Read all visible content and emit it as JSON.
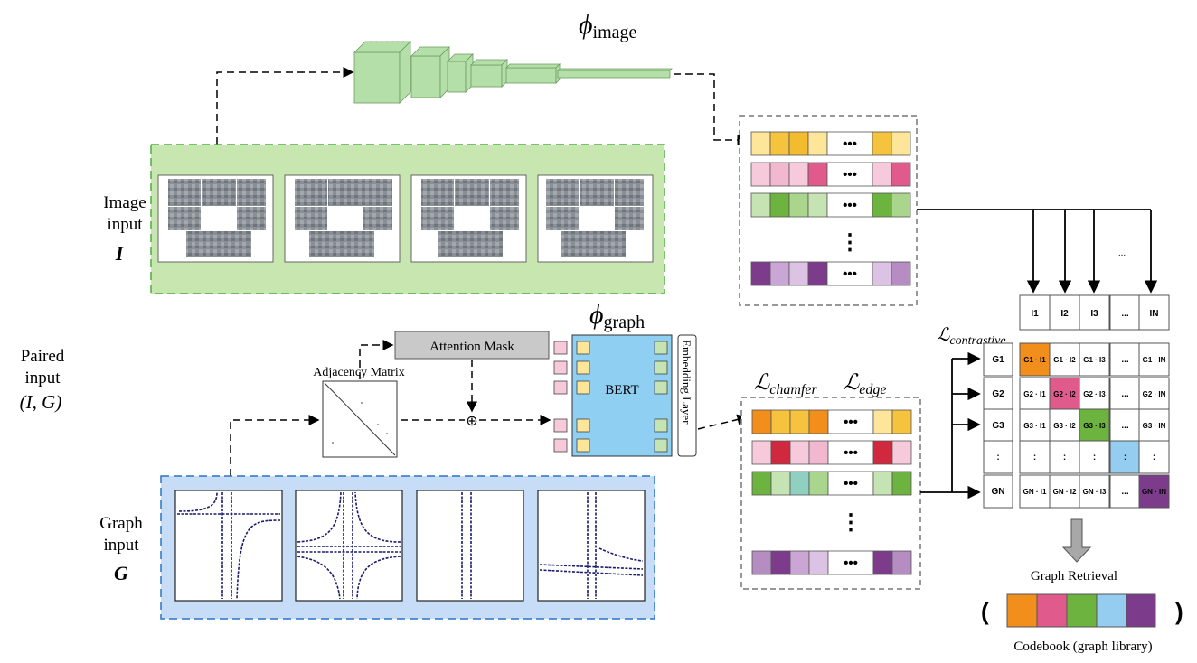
{
  "phi_image": {
    "symbol": "ϕ",
    "sub": "image"
  },
  "phi_graph": {
    "symbol": "ϕ",
    "sub": "graph"
  },
  "image_input": {
    "line1": "Image",
    "line2": "input",
    "var": "I"
  },
  "graph_input": {
    "line1": "Graph",
    "line2": "input",
    "var": "G"
  },
  "paired_input": {
    "line1": "Paired",
    "line2": "input",
    "var": "(I, G)"
  },
  "attention_mask": "Attention Mask",
  "adjacency_matrix": "Adjacency Matrix",
  "bert": "BERT",
  "embedding_layer": "Embedding Layer",
  "loss_chamfer": {
    "symbol": "ℒ",
    "sub": "chamfer"
  },
  "loss_edge": {
    "symbol": "ℒ",
    "sub": "edge"
  },
  "loss_contrastive": {
    "symbol": "ℒ",
    "sub": "contrastive"
  },
  "ellipsis_h": "•••",
  "ellipsis_v": "⋮",
  "small_dots": "...",
  "oplus": "⊕",
  "columns": [
    "I1",
    "I2",
    "I3",
    "...",
    "IN"
  ],
  "rows": [
    "G1",
    "G2",
    "G3",
    ":",
    "GN"
  ],
  "matrix": [
    [
      "G1 · I1",
      "G1 · I2",
      "G1 · I3",
      "...",
      "G1 · IN"
    ],
    [
      "G2 · I1",
      "G2 · I2",
      "G2 · I3",
      "...",
      "G2 · IN"
    ],
    [
      "G3 · I1",
      "G3 · I2",
      "G3 · I3",
      "...",
      "G3 · IN"
    ],
    [
      ":",
      ":",
      ":",
      ":",
      ":"
    ],
    [
      "GN · I1",
      "GN · I2",
      "GN · I3",
      "...",
      "GN · IN"
    ]
  ],
  "diagonal_colors": [
    "#f28e1c",
    "#e05a8c",
    "#6db33f",
    "#94cdf0",
    "#7d3b8c"
  ],
  "graph_retrieval": "Graph Retrieval",
  "codebook": "Codebook (graph library)",
  "paren_open": "(",
  "paren_close": ")",
  "colors": {
    "image_panel": "#c8e6b0",
    "image_border": "#4cae3f",
    "graph_panel": "#c7ddf7",
    "graph_border": "#2a73c6",
    "bert": "#8fcff2",
    "cnn": "#b5dfa8",
    "mask": "#c9c9c9"
  }
}
